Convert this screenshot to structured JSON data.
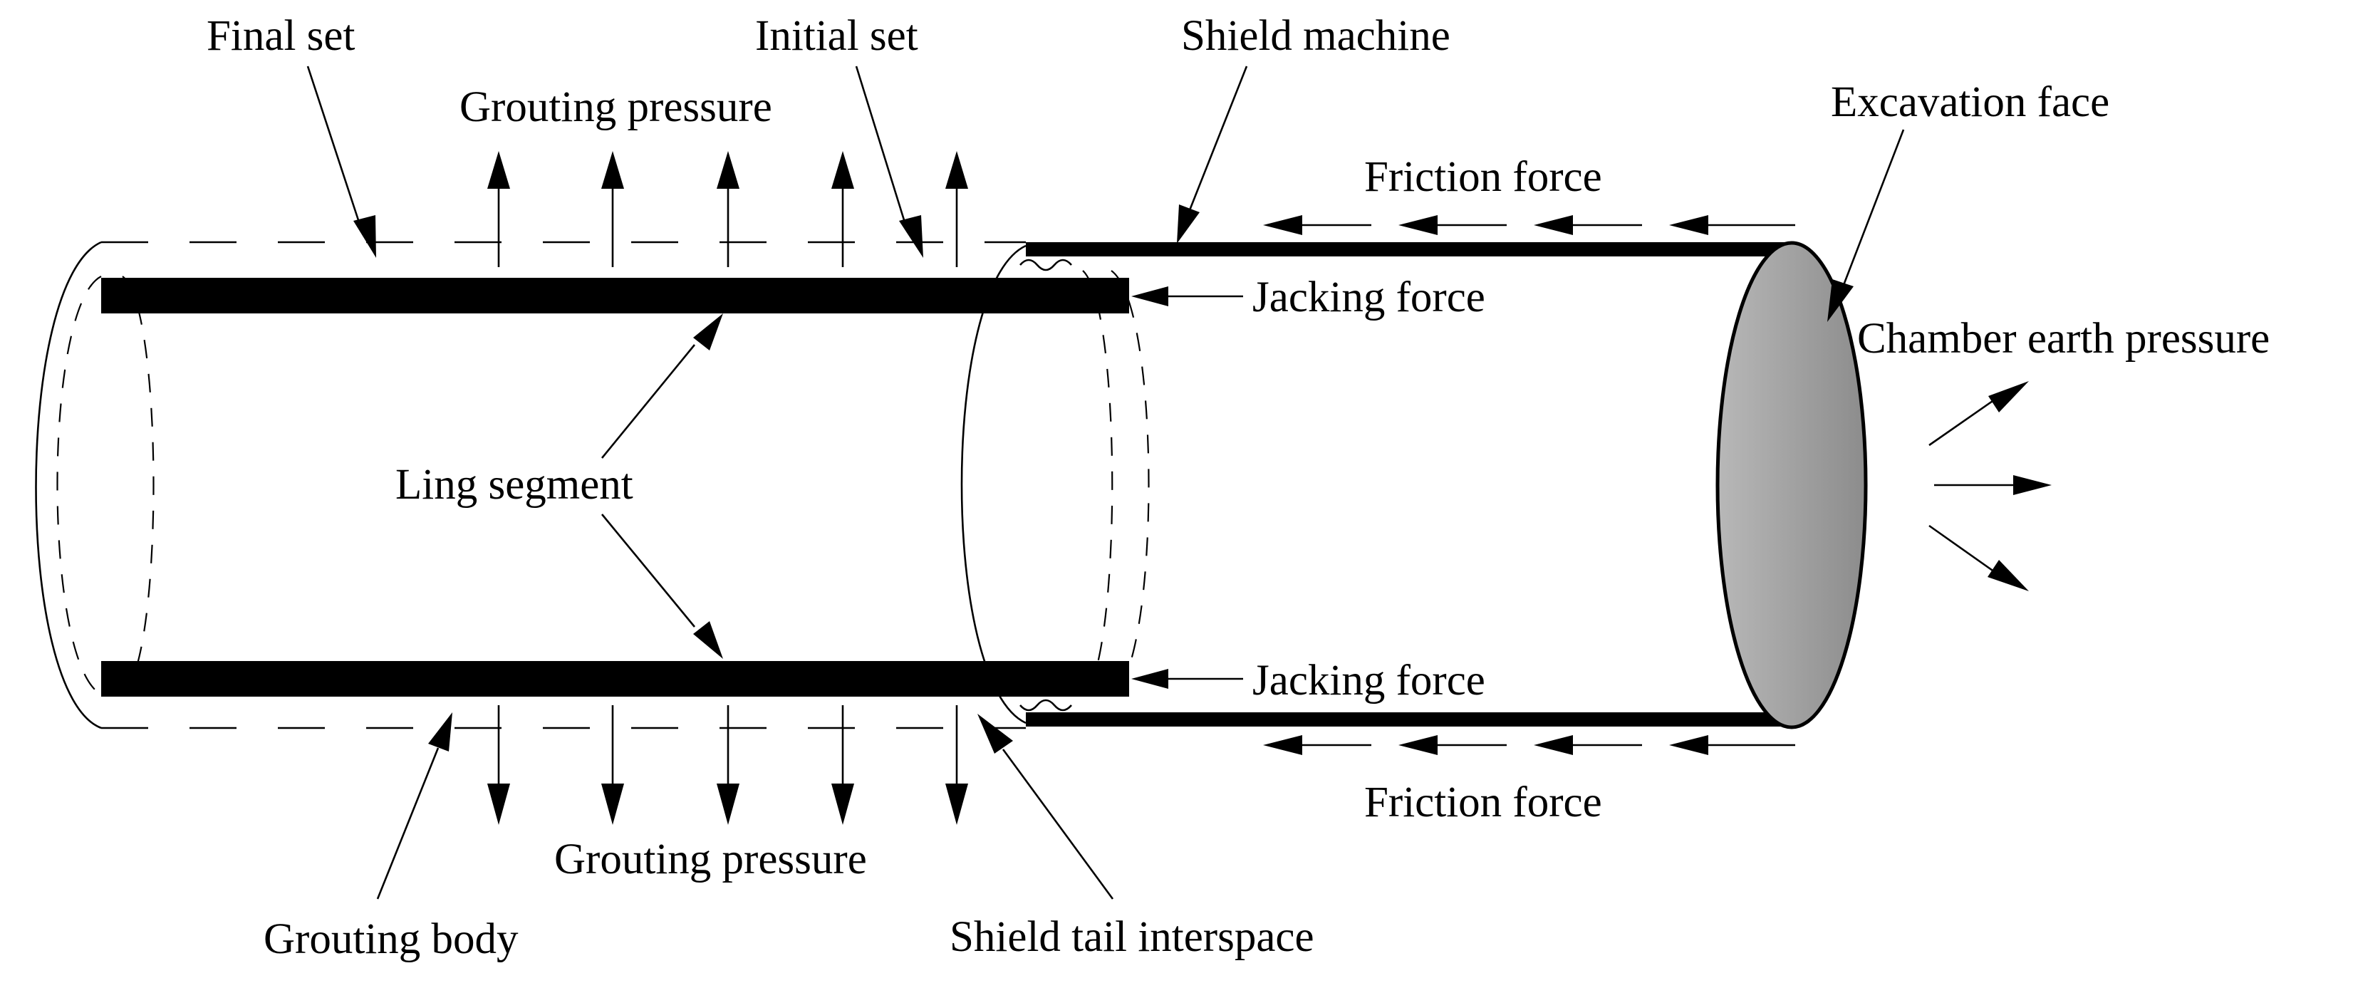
{
  "diagram": {
    "labels": {
      "final_set": "Final set",
      "initial_set": "Initial set",
      "shield_machine": "Shield machine",
      "excavation_face": "Excavation face",
      "grouting_pressure_top": "Grouting pressure",
      "friction_force_top": "Friction force",
      "jacking_force_top": "Jacking force",
      "chamber_earth_pressure": "Chamber earth pressure",
      "ling_segment": "Ling segment",
      "jacking_force_bottom": "Jacking force",
      "friction_force_bottom": "Friction force",
      "grouting_pressure_bottom": "Grouting pressure",
      "grouting_body": "Grouting body",
      "shield_tail_interspace": "Shield tail interspace"
    },
    "colors": {
      "ink": "#000000",
      "background": "#ffffff",
      "excavation_face_light": "#b8b8b8",
      "excavation_face_dark": "#8c8c8c"
    }
  }
}
